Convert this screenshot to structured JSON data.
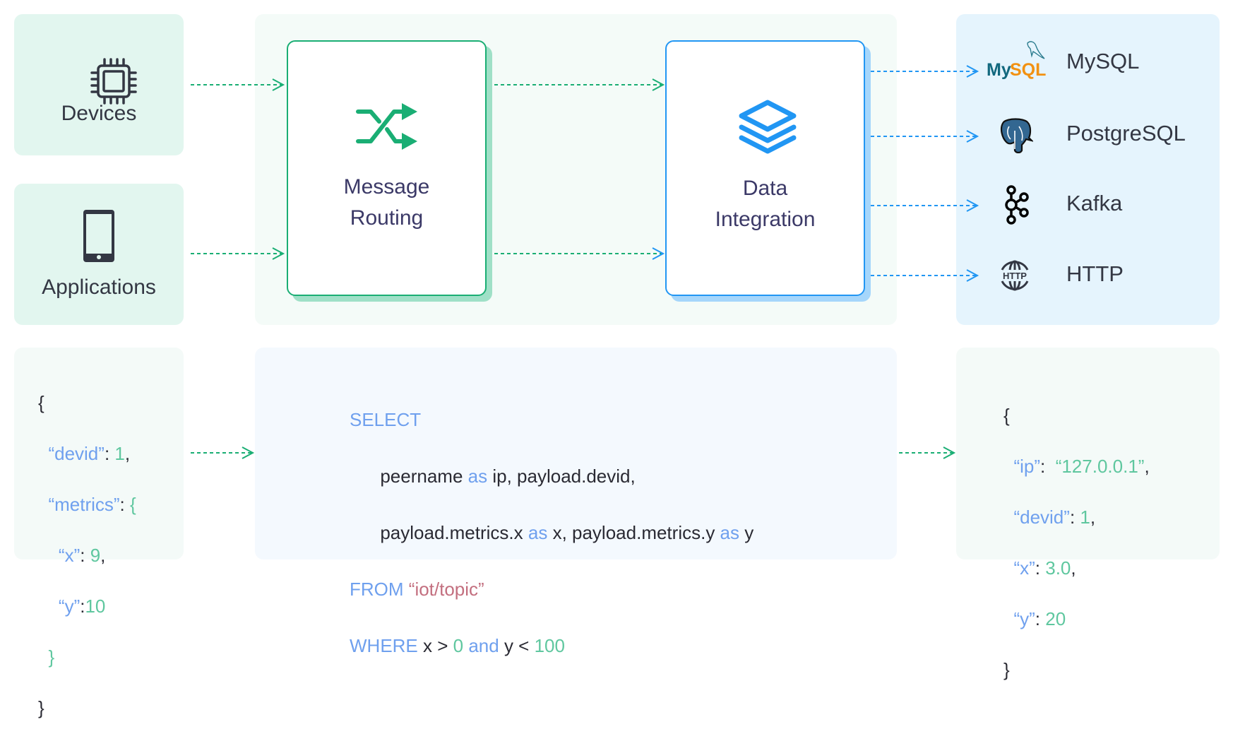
{
  "sources": [
    {
      "label": "Devices",
      "icon": "chip-icon"
    },
    {
      "label": "Applications",
      "icon": "smartphone-icon"
    }
  ],
  "processors": [
    {
      "title_line1": "Message",
      "title_line2": "Routing",
      "icon": "shuffle-icon",
      "accent": "#1aae74"
    },
    {
      "title_line1": "Data",
      "title_line2": "Integration",
      "icon": "layers-icon",
      "accent": "#2196f3"
    }
  ],
  "destinations": [
    {
      "label": "MySQL",
      "icon": "mysql-logo-icon",
      "logo_text_my": "My",
      "logo_text_sql": "SQL"
    },
    {
      "label": "PostgreSQL",
      "icon": "postgresql-elephant-icon"
    },
    {
      "label": "Kafka",
      "icon": "kafka-icon"
    },
    {
      "label": "HTTP",
      "icon": "http-globe-icon",
      "icon_text": "HTTP"
    }
  ],
  "input_payload": {
    "open": "{",
    "devid_key": "“devid”",
    "devid_value": "1",
    "metrics_key": "“metrics”",
    "metrics_open": "{",
    "x_key": "“x”",
    "x_value": "9",
    "y_key": "“y”",
    "y_value": "10",
    "metrics_close": "}",
    "close": "}"
  },
  "sql": {
    "select_kw": "SELECT",
    "line2_a": "peername ",
    "line2_as": "as",
    "line2_b": " ip, payload.devid,",
    "line3_a": "payload.metrics.x ",
    "line3_as1": "as",
    "line3_b": " x, payload.metrics.y ",
    "line3_as2": "as",
    "line3_c": " y",
    "from_kw": "FROM",
    "topic": "“iot/topic”",
    "where_kw": "WHERE",
    "cond_a": " x > ",
    "cond_n1": "0",
    "and_kw": " and",
    "cond_b": " y < ",
    "cond_n2": "100"
  },
  "output_payload": {
    "open": "{",
    "ip_key": "“ip”",
    "ip_value": "“127.0.0.1”",
    "devid_key": "“devid”",
    "devid_value": "1",
    "x_key": "“x”",
    "x_value": "3.0",
    "y_key": "“y”",
    "y_value": "20",
    "close": "}"
  },
  "colors": {
    "green": "#1aae74",
    "blue": "#2196f3",
    "keyword": "#6fa0ee",
    "number": "#5fc79f",
    "string": "#c36f7f"
  }
}
